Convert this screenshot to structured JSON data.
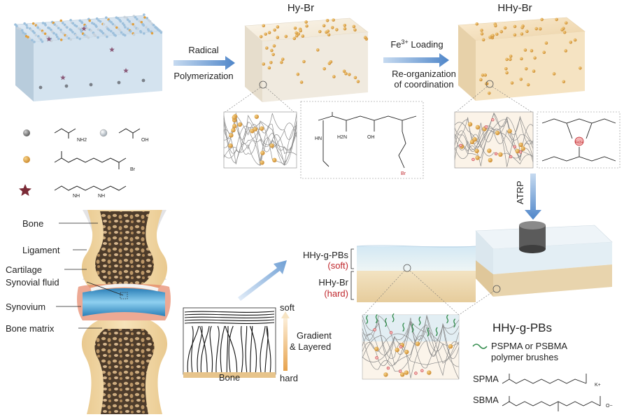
{
  "colors": {
    "gel_blue": "#c9dbe9",
    "gel_cream": "#f3e7cf",
    "gel_tan": "#e9d0a6",
    "particle": "#e0a040",
    "arrow_blue": "#6f9fd4",
    "red_label": "#c0282d",
    "brush_green": "#2f8a4a"
  },
  "stage1": {
    "arrow_line1": "Radical",
    "arrow_line2": "Polymerization"
  },
  "hybr": {
    "title": "Hy-Br"
  },
  "hhybr": {
    "title": "HHy-Br",
    "arrow_line1_pre": "Fe",
    "arrow_line1_sup": "3+",
    "arrow_line1_post": " Loading",
    "arrow_line2": "Re-organization",
    "arrow_line3": "of coordination",
    "fe_label": "Fe3+"
  },
  "atrp": {
    "label": "ATRP"
  },
  "chem": {
    "nh2": "NH2",
    "oh": "OH",
    "br": "Br",
    "nh": "NH",
    "h2n": "H2N",
    "hn": "HN",
    "o": "O",
    "ominus": "O",
    "br_red": "Br"
  },
  "joint": {
    "labels": [
      "Bone",
      "Ligament",
      "Cartilage",
      "Synovial fluid",
      "Synovium",
      "Bone matrix"
    ]
  },
  "cartilage_section": {
    "soft": "soft",
    "hard": "hard",
    "gradient1": "Gradient",
    "gradient2": "& Layered",
    "bone": "Bone"
  },
  "layers": {
    "top_label": "HHy-g-PBs",
    "top_sub": "(soft)",
    "bottom_label": "HHy-Br",
    "bottom_sub": "(hard)"
  },
  "legend": {
    "title": "HHy-g-PBs",
    "brush_line1": "PSPMA or PSBMA",
    "brush_line2": "polymer brushes",
    "spma": "SPMA",
    "sbma": "SBMA",
    "k_ion": "K+",
    "o_minus": "O−"
  }
}
